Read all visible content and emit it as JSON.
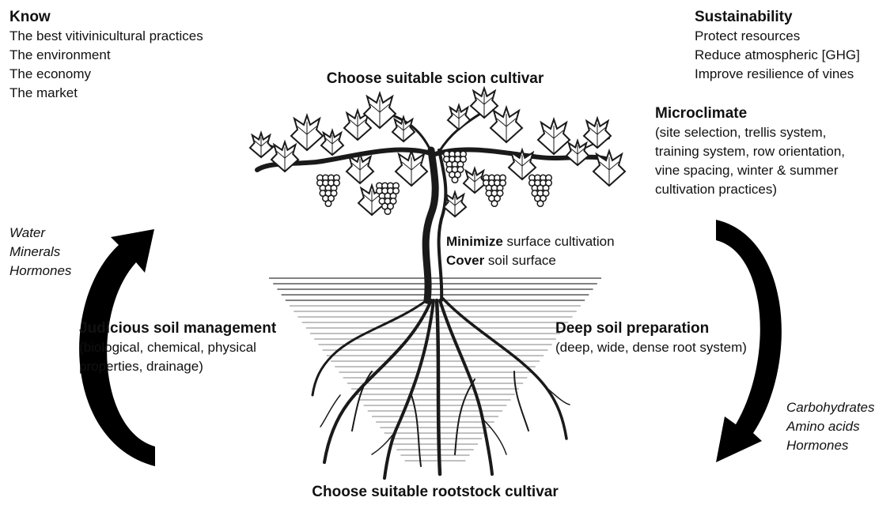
{
  "know": {
    "heading": "Know",
    "items": [
      "The best vitivinicultural practices",
      "The environment",
      "The economy",
      "The market"
    ]
  },
  "sustainability": {
    "heading": "Sustainability",
    "items": [
      "Protect resources",
      "Reduce atmospheric [GHG]",
      "Improve resilience of vines"
    ]
  },
  "scion": {
    "label": "Choose suitable scion cultivar"
  },
  "rootstock": {
    "label": "Choose suitable rootstock cultivar"
  },
  "microclimate": {
    "heading": "Microclimate",
    "lines": [
      "(site selection, trellis system,",
      "training system, row orientation,",
      "vine spacing, winter & summer",
      "cultivation practices)"
    ]
  },
  "surface": {
    "minimize_bold": "Minimize",
    "minimize_rest": " surface cultivation",
    "cover_bold": "Cover",
    "cover_rest": " soil surface"
  },
  "soil_management": {
    "heading": "Judicious soil management",
    "lines": [
      "(biological, chemical, physical",
      "properties, drainage)"
    ]
  },
  "deep_soil": {
    "heading": "Deep soil preparation",
    "lines": [
      "(deep, wide, dense root system)"
    ]
  },
  "upward_flow": [
    "Water",
    "Minerals",
    "Hormones"
  ],
  "downward_flow": [
    "Carbohydrates",
    "Amino acids",
    "Hormones"
  ],
  "colors": {
    "ink": "#111111",
    "background": "#ffffff"
  }
}
